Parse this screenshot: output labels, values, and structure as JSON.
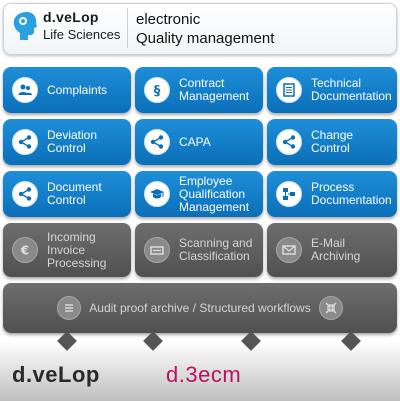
{
  "header": {
    "logo_brand": "d.veLop",
    "logo_sub": "Life Sciences",
    "title_line1": "electronic",
    "title_line2": "Quality management"
  },
  "modules": [
    {
      "line1": "Complaints",
      "line2": "",
      "icon": "people-icon"
    },
    {
      "line1": "Contract",
      "line2": "Management",
      "icon": "paragraph-icon"
    },
    {
      "line1": "Technical",
      "line2": "Documentation",
      "icon": "document-list-icon"
    },
    {
      "line1": "Deviation",
      "line2": "Control",
      "icon": "share-icon"
    },
    {
      "line1": "CAPA",
      "line2": "",
      "icon": "share-icon"
    },
    {
      "line1": "Change",
      "line2": "Control",
      "icon": "share-icon"
    },
    {
      "line1": "Document",
      "line2": "Control",
      "icon": "share-icon"
    },
    {
      "line1": "Employee",
      "line2": "Qualification",
      "line3": "Management",
      "icon": "graduation-cap-icon"
    },
    {
      "line1": "Process",
      "line2": "Documentation",
      "icon": "flowchart-icon"
    },
    {
      "line1": "Incoming",
      "line2": "Invoice",
      "line3": "Processing",
      "icon": "euro-icon"
    },
    {
      "line1": "Scanning and",
      "line2": "Classification",
      "icon": "scanner-icon"
    },
    {
      "line1": "E-Mail",
      "line2": "Archiving",
      "icon": "envelope-icon"
    }
  ],
  "archive": {
    "label": "Audit proof archive / Structured workflows",
    "icons": [
      "list-icon",
      "compress-icon"
    ]
  },
  "footer": {
    "brand_left": "d.veLop",
    "brand_right": "d.3ecm"
  },
  "colors": {
    "blue": "#0b7bc8",
    "gray": "#5f5f5f",
    "accent": "#b8125f"
  }
}
